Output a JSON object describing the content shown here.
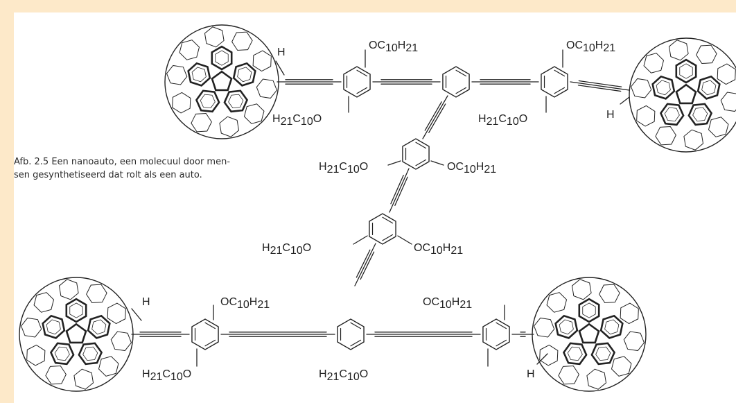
{
  "caption": {
    "line1": "Afb. 2.5  Een nanoauto, een molecuul door men-",
    "line2": "sen gesynthetiseerd dat rolt als een auto."
  },
  "labels": {
    "hydrogen": "H",
    "alkoxy_right": {
      "main": "OC",
      "sub1": "10",
      "mid": "H",
      "sub2": "21"
    },
    "alkoxy_left": {
      "pre": "H",
      "sub1": "21",
      "mid": "C",
      "sub2": "10",
      "post": "O"
    }
  },
  "colors": {
    "page_bg": "#fde9c9",
    "figure_bg": "#ffffff",
    "ink": "#222222"
  }
}
